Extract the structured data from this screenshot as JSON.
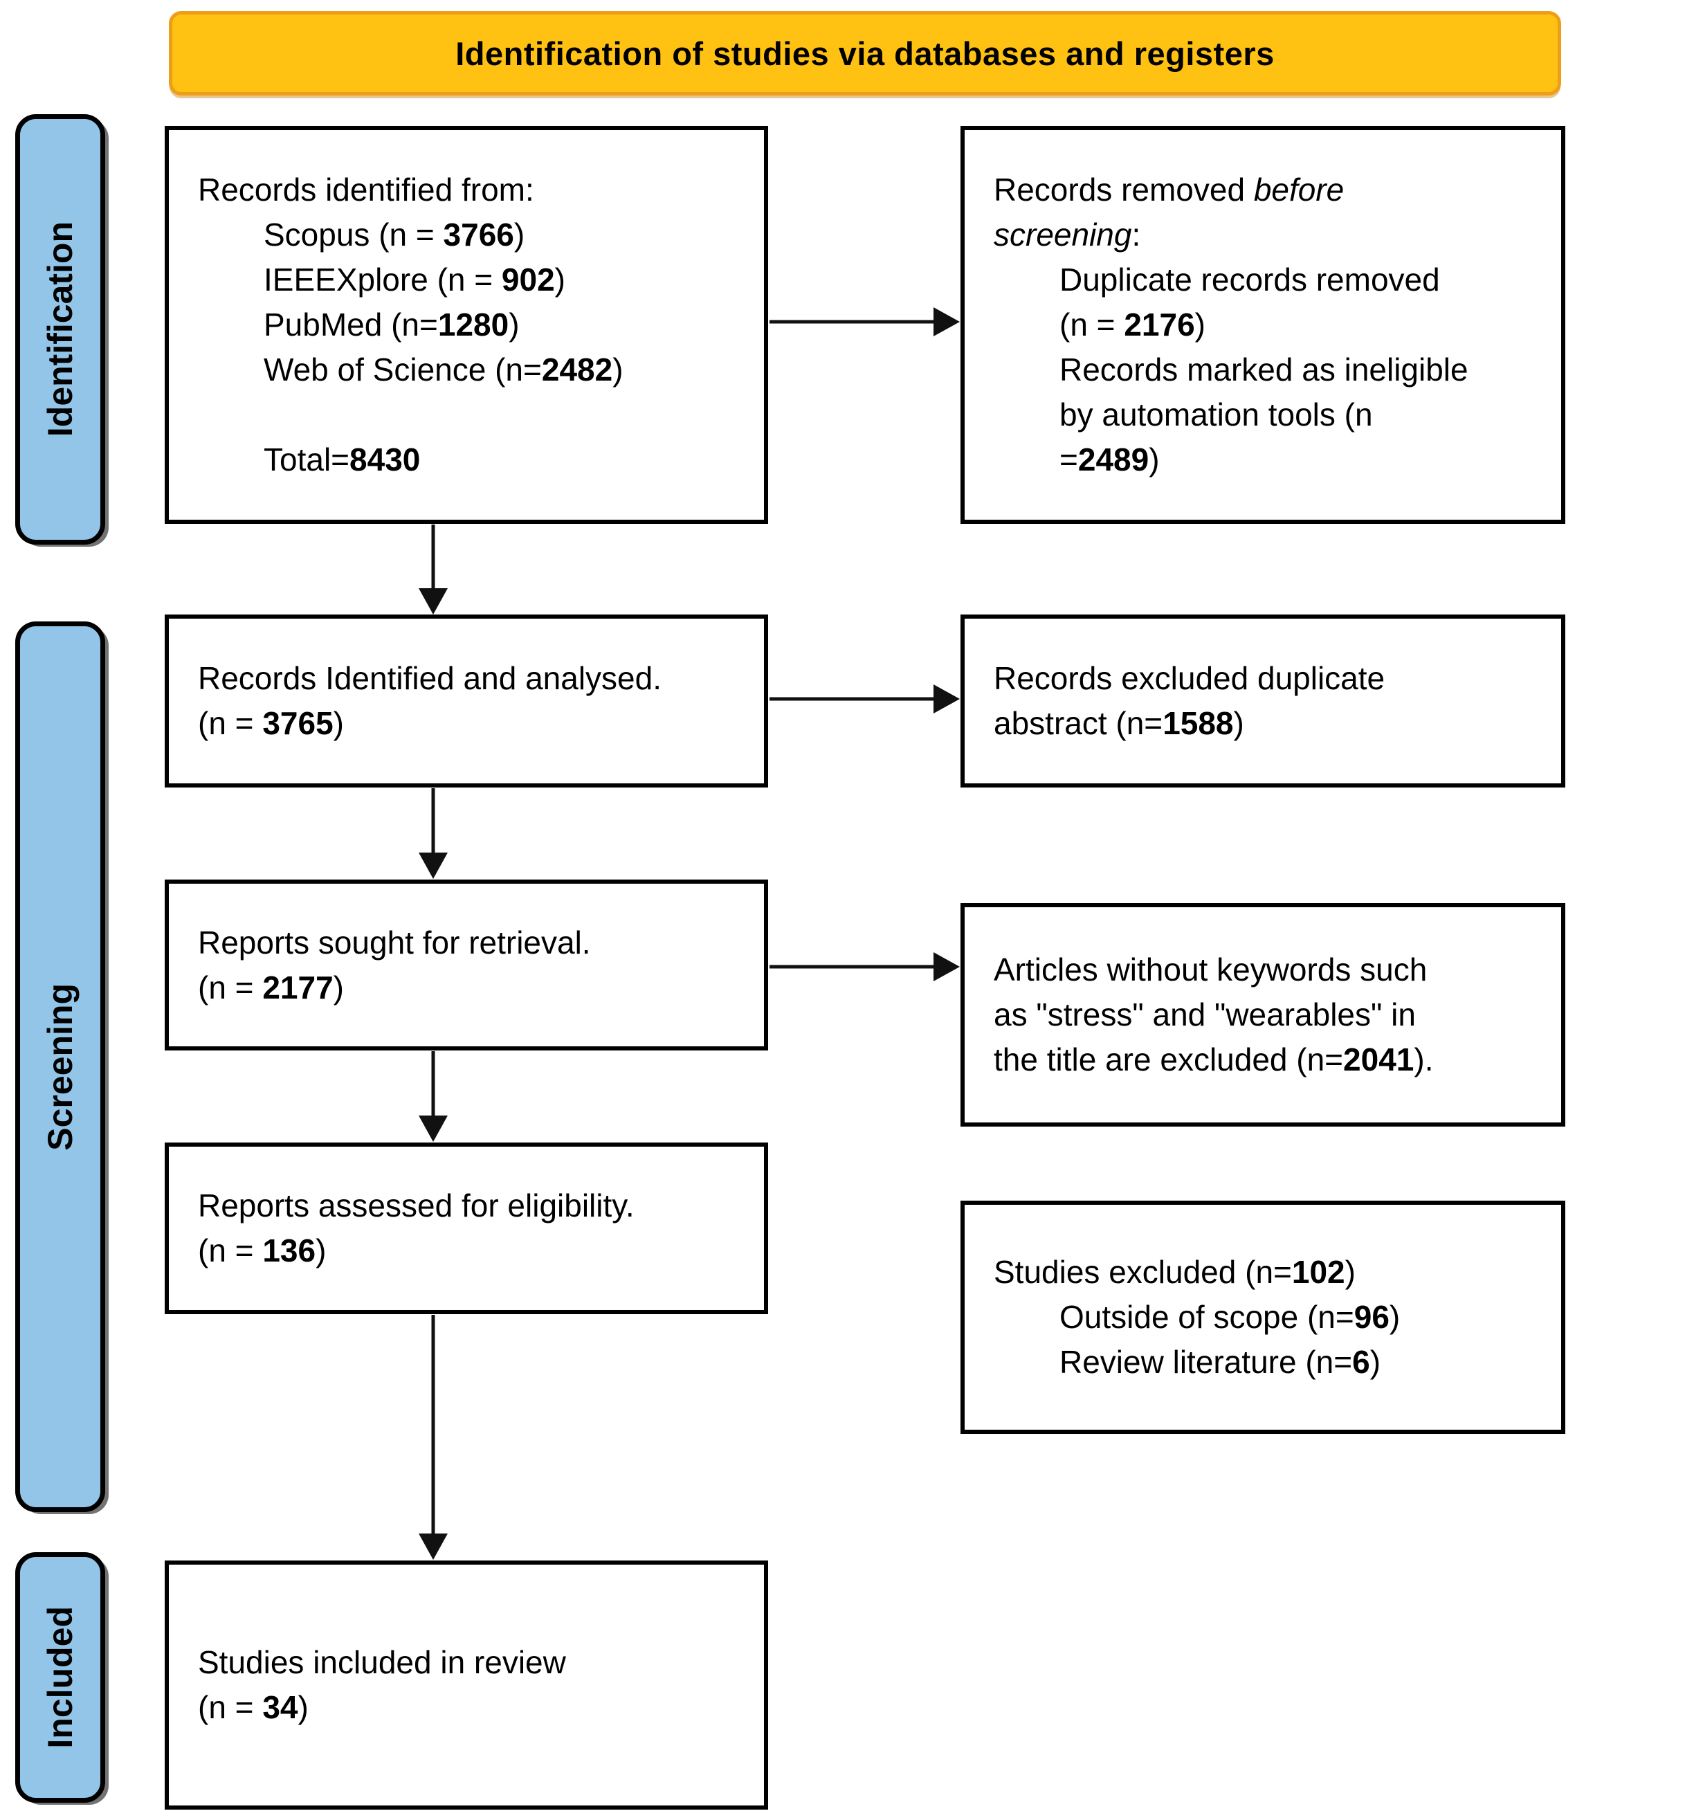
{
  "header": {
    "title": "Identification of studies via databases and registers"
  },
  "sidebar": [
    {
      "label": "Identification"
    },
    {
      "label": "Screening"
    },
    {
      "label": "Included"
    }
  ],
  "boxes": {
    "identified": {
      "lines": [
        {
          "segs": [
            {
              "t": "Records identified from:"
            }
          ]
        },
        {
          "indent": true,
          "segs": [
            {
              "t": "Scopus (n = "
            },
            {
              "t": "3766",
              "b": true
            },
            {
              "t": ")"
            }
          ]
        },
        {
          "indent": true,
          "segs": [
            {
              "t": "IEEEXplore (n = "
            },
            {
              "t": "902",
              "b": true
            },
            {
              "t": ")"
            }
          ]
        },
        {
          "indent": true,
          "segs": [
            {
              "t": "PubMed (n="
            },
            {
              "t": "1280",
              "b": true
            },
            {
              "t": ")"
            }
          ]
        },
        {
          "indent": true,
          "segs": [
            {
              "t": "Web of Science (n="
            },
            {
              "t": "2482",
              "b": true
            },
            {
              "t": ")"
            }
          ]
        },
        {
          "segs": []
        },
        {
          "indent": true,
          "segs": [
            {
              "t": "Total="
            },
            {
              "t": "8430",
              "b": true
            }
          ]
        }
      ]
    },
    "removed": {
      "lines": [
        {
          "segs": [
            {
              "t": "Records removed "
            },
            {
              "t": "before",
              "i": true
            }
          ]
        },
        {
          "segs": [
            {
              "t": "screening",
              "i": true
            },
            {
              "t": ":"
            }
          ]
        },
        {
          "indent": true,
          "segs": [
            {
              "t": "Duplicate records removed"
            }
          ]
        },
        {
          "indent": true,
          "segs": [
            {
              "t": "(n = "
            },
            {
              "t": "2176",
              "b": true
            },
            {
              "t": ")"
            }
          ]
        },
        {
          "indent": true,
          "segs": [
            {
              "t": "Records marked as ineligible"
            }
          ]
        },
        {
          "indent": true,
          "segs": [
            {
              "t": "by automation tools (n"
            }
          ]
        },
        {
          "indent": true,
          "segs": [
            {
              "t": "="
            },
            {
              "t": "2489",
              "b": true
            },
            {
              "t": ")"
            }
          ]
        }
      ]
    },
    "analysed": {
      "lines": [
        {
          "segs": [
            {
              "t": "Records Identified and analysed."
            }
          ]
        },
        {
          "segs": [
            {
              "t": "(n = "
            },
            {
              "t": "3765",
              "b": true
            },
            {
              "t": ")"
            }
          ]
        }
      ]
    },
    "excluded_duplicate": {
      "lines": [
        {
          "segs": [
            {
              "t": "Records excluded duplicate"
            }
          ]
        },
        {
          "segs": [
            {
              "t": "abstract (n="
            },
            {
              "t": "1588",
              "b": true
            },
            {
              "t": ")"
            }
          ]
        }
      ]
    },
    "sought": {
      "lines": [
        {
          "segs": [
            {
              "t": "Reports sought for retrieval."
            }
          ]
        },
        {
          "segs": [
            {
              "t": "(n = "
            },
            {
              "t": "2177",
              "b": true
            },
            {
              "t": ")"
            }
          ]
        }
      ]
    },
    "articles_excluded": {
      "lines": [
        {
          "segs": [
            {
              "t": "Articles without keywords such"
            }
          ]
        },
        {
          "segs": [
            {
              "t": "as \"stress\" and \"wearables\" in"
            }
          ]
        },
        {
          "segs": [
            {
              "t": "the title are excluded (n="
            },
            {
              "t": "2041",
              "b": true
            },
            {
              "t": ")."
            }
          ]
        }
      ]
    },
    "assessed": {
      "lines": [
        {
          "segs": [
            {
              "t": "Reports assessed for eligibility."
            }
          ]
        },
        {
          "segs": [
            {
              "t": "(n = "
            },
            {
              "t": "136",
              "b": true
            },
            {
              "t": ")"
            }
          ]
        }
      ]
    },
    "studies_excluded": {
      "lines": [
        {
          "segs": [
            {
              "t": "Studies excluded (n="
            },
            {
              "t": "102",
              "b": true
            },
            {
              "t": ")"
            }
          ]
        },
        {
          "indent": true,
          "segs": [
            {
              "t": "Outside of scope (n="
            },
            {
              "t": "96",
              "b": true
            },
            {
              "t": ")"
            }
          ]
        },
        {
          "indent": true,
          "segs": [
            {
              "t": "Review literature (n="
            },
            {
              "t": "6",
              "b": true
            },
            {
              "t": ")"
            }
          ]
        }
      ]
    },
    "included_review": {
      "lines": [
        {
          "segs": [
            {
              "t": "Studies included in review"
            }
          ]
        },
        {
          "segs": [
            {
              "t": "(n = "
            },
            {
              "t": "34",
              "b": true
            },
            {
              "t": ")"
            }
          ]
        }
      ]
    }
  },
  "colors": {
    "header_fill": "#FFC112",
    "header_border": "#EE9E16",
    "sidebar_fill": "#92C5E8",
    "box_border": "#000000",
    "arrow_color": "#111111",
    "background": "#FFFFFF"
  }
}
